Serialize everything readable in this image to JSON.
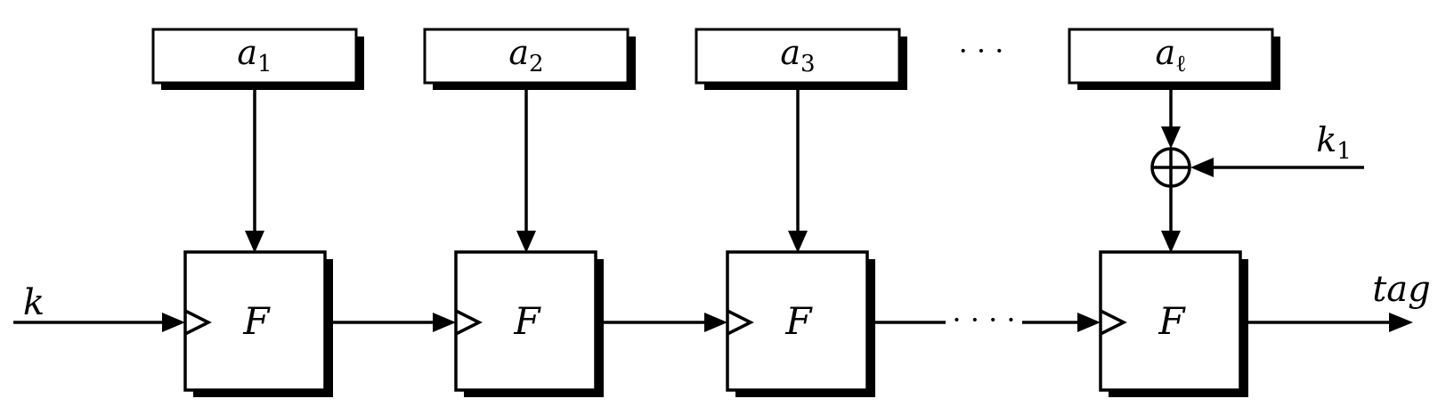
{
  "diagram": {
    "inputs": [
      {
        "base": "a",
        "sub": "1"
      },
      {
        "base": "a",
        "sub": "2"
      },
      {
        "base": "a",
        "sub": "3"
      },
      {
        "base": "a",
        "sub": "ℓ"
      }
    ],
    "blocks": [
      {
        "label": "F"
      },
      {
        "label": "F"
      },
      {
        "label": "F"
      },
      {
        "label": "F"
      }
    ],
    "top_ellipsis": "· · ·",
    "middle_ellipsis": "· · · ·",
    "key_input": "k",
    "extra_key": {
      "base": "k",
      "sub": "1"
    },
    "output": "tag",
    "colors": {
      "stroke": "#000000",
      "background": "#ffffff"
    }
  }
}
